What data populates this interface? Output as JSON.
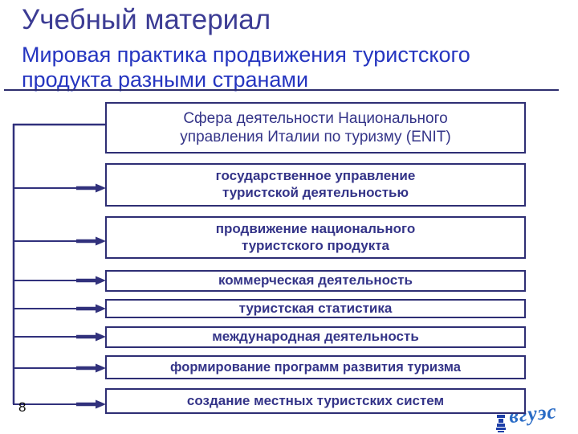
{
  "header": {
    "title": "Учебный материал",
    "subtitle_lines": [
      "Мировая практика продвижения туристского",
      "продукта разными странами"
    ]
  },
  "diagram": {
    "root_box": {
      "lines": [
        "Сфера деятельности Национального",
        "управления Италии по туризму (ENIT)"
      ]
    },
    "boxes": [
      {
        "id": "state-governance",
        "lines": [
          "государственное управление",
          "туристской деятельностью"
        ]
      },
      {
        "id": "national-product-promotion",
        "lines": [
          "продвижение национального",
          "туристского продукта"
        ]
      },
      {
        "id": "commercial-activity",
        "lines": [
          "коммерческая деятельность"
        ]
      },
      {
        "id": "tourism-statistics",
        "lines": [
          "туристская статистика"
        ]
      },
      {
        "id": "international-activity",
        "lines": [
          "международная деятельность"
        ]
      },
      {
        "id": "development-programs",
        "lines": [
          "формирование программ развития туризма"
        ]
      },
      {
        "id": "local-tourism-systems",
        "lines": [
          "создание местных туристских систем"
        ]
      }
    ]
  },
  "footer": {
    "page_number": "8",
    "logo_text": "вгуэс"
  },
  "colors": {
    "title_navy": "#3c3c94",
    "subtitle_blue": "#2535c0",
    "box_border_navy": "#2e2e74",
    "box_text_navy": "#343488",
    "connector_navy": "#31317c",
    "logo_blue": "#2a6cc6",
    "background": "#ffffff"
  }
}
